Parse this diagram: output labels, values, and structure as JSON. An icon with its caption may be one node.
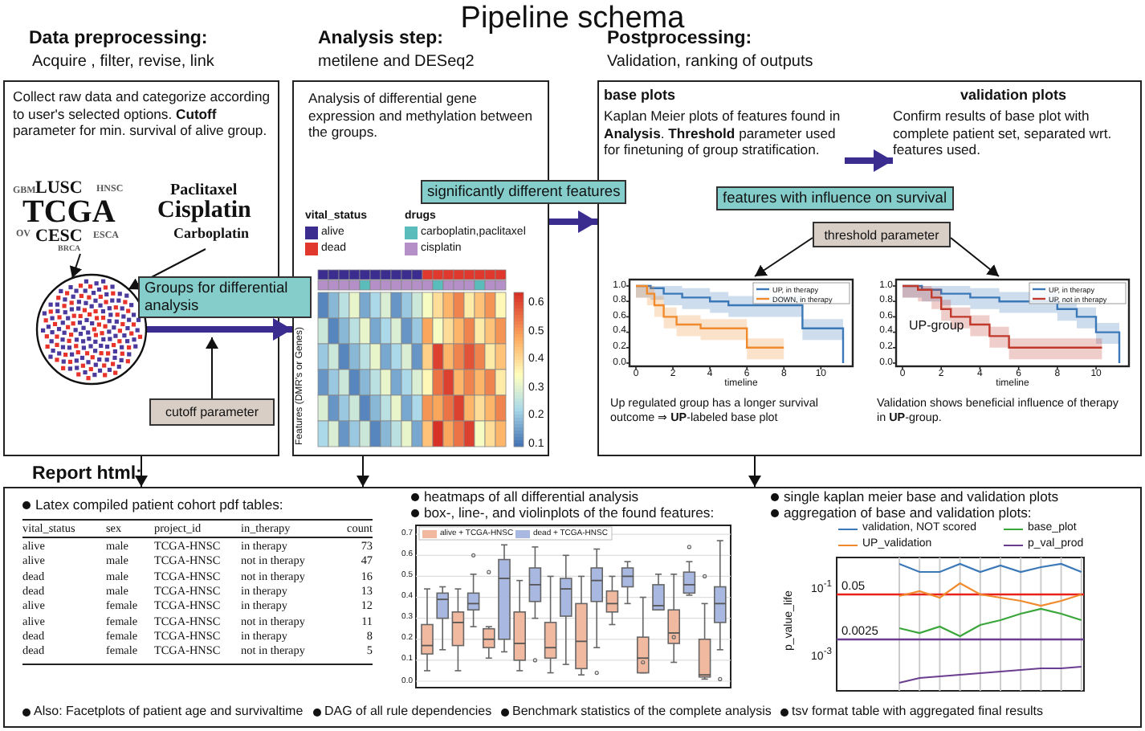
{
  "diagram": {
    "title": "Pipeline schema",
    "nodes": [
      {
        "text": [
          "Data preprocessing:",
          "Acquire , filter, revise, link",
          "Collect raw data and categorize according to user's selected options. **Cutoff** parameter for min. survival of alive group."
        ]
      },
      {
        "text": [
          "GBM",
          "LUSC",
          "HNSC",
          "TCGA",
          "OV",
          "CESC",
          "ESCA",
          "BRCA"
        ],
        "in": 0
      },
      {
        "text": [
          "Paclitaxel",
          "Cisplatin",
          "Carboplatin"
        ],
        "in": 0
      },
      {
        "text": [],
        "shape": "circle",
        "in": 0
      },
      {
        "text": [
          "cutoff parameter"
        ],
        "in": 0
      },
      {
        "text": [
          "Analysis step:",
          "metilene and DESeq2",
          "Analysis of differential gene expression and methylation between the groups."
        ]
      },
      {
        "text": [
          "Postprocessing:",
          "Validation, ranking of outputs"
        ]
      },
      {
        "text": [
          "base plots",
          "Kaplan Meier plots of features found in **Analysis**. **Threshold** parameter used for finetuning of group stratification."
        ],
        "in": 6
      },
      {
        "text": [
          "validation plots",
          "Confirm results of base plot with complete patient set, separated wrt. features used."
        ],
        "in": 6
      },
      {
        "text": [
          "threshold parameter"
        ],
        "in": 6
      },
      {
        "text": [],
        "shape": "box",
        "in": 6,
        "beside": [
          "Up regulated group has a longer survival outcome ⇒ **UP**-labeled base plot",
          "1.0",
          "0.8",
          "0.6",
          "0.4",
          "0.2",
          "0.0",
          "0",
          "2",
          "4",
          "6",
          "8",
          "10",
          "timeline"
        ]
      },
      {
        "text": [],
        "shape": "box",
        "in": 6,
        "beside": [
          "Validation shows beneficial influence of therapy in **UP**-group.",
          "1.0",
          "0.8",
          "0.6",
          "0.4",
          "0.2",
          "0.0",
          "0",
          "2",
          "4",
          "6",
          "8",
          "10",
          "timeline"
        ]
      },
      {
        "text": [
          "Report html:"
        ]
      }
    ],
    "edges": [
      {
        "from": 1,
        "to": 3,
        "arrow": "to"
      },
      {
        "from": 2,
        "to": 3,
        "arrow": "to"
      },
      {
        "from": 3,
        "to": 5,
        "arrow": "to",
        "label": "Groups for differential analysis",
        "style": "thick",
        "color": "#3b2d8f"
      },
      {
        "from": 4,
        "to": null,
        "arrow": "to"
      },
      {
        "from": 5,
        "to": 6,
        "arrow": "to",
        "label": "significantly different features",
        "style": "thick",
        "color": "#3b2d8f"
      },
      {
        "from": 7,
        "to": 8,
        "arrow": "to",
        "label": "features with influence on survival",
        "style": "thick",
        "color": "#3b2d8f"
      },
      {
        "from": 9,
        "to": 10,
        "arrow": "to"
      },
      {
        "from": 9,
        "to": 11,
        "arrow": "to"
      },
      {
        "from": 0,
        "to": 12,
        "arrow": "to"
      },
      {
        "from": 5,
        "to": 12,
        "arrow": "to"
      },
      {
        "from": 6,
        "to": 12,
        "arrow": "to"
      }
    ],
    "labels": [
      "vital_status",
      "drugs",
      "0.6",
      "0.5",
      "0.4",
      "0.3",
      "0.2",
      "0.1",
      "Features (DMR's or Genes)",
      "UP-group",
      "Latex compiled patient cohort pdf tables:",
      "vital_status",
      "sex",
      "project_id",
      "in_therapy",
      "count",
      "alive",
      "male",
      "TCGA-HNSC",
      "in therapy",
      "73",
      "alive",
      "male",
      "TCGA-HNSC",
      "not in therapy",
      "47",
      "dead",
      "male",
      "TCGA-HNSC",
      "not in therapy",
      "16",
      "dead",
      "male",
      "TCGA-HNSC",
      "in therapy",
      "13",
      "alive",
      "female",
      "TCGA-HNSC",
      "in therapy",
      "12",
      "alive",
      "female",
      "TCGA-HNSC",
      "not in therapy",
      "11",
      "dead",
      "female",
      "TCGA-HNSC",
      "in therapy",
      "8",
      "dead",
      "female",
      "TCGA-HNSC",
      "not in therapy",
      "5",
      "heatmaps of all differential analysis",
      "box-, line-, and violinplots of the found features:",
      "0.7",
      "0.6",
      "0.5",
      "0.4",
      "0.3",
      "0.2",
      "0.1",
      "0.0",
      "single kaplan meier base and validation plots",
      "aggregation of base and validation plots:",
      "p_value_life",
      "10$^{-1}$",
      "0.05",
      "0.0025",
      "10$^{-3}$",
      "Also: Facetplots of  patient age and survivaltime",
      "DAG of all rule dependencies",
      "Benchmark statistics of the complete analysis",
      "tsv format table with aggregated final results"
    ],
    "legend": [
      {
        "text": "alive",
        "color": "#3b2d8f"
      },
      {
        "text": "dead",
        "color": "#e0382c"
      },
      {
        "text": "carboplatin,paclitaxel",
        "color": "#5bbcbc"
      },
      {
        "text": "cisplatin",
        "color": "#b58fc8"
      },
      {
        "text": "UP, in therapy"
      },
      {
        "text": "DOWN, in therapy"
      },
      {
        "text": "UP, in therapy"
      },
      {
        "text": "UP, not in therapy"
      },
      {
        "text": "alive + TCGA-HNSC",
        "color": "#f0b9a0"
      },
      {
        "text": "dead + TCGA-HNSC",
        "color": "#a9b8e0"
      },
      {
        "text": "validation, NOT scored"
      },
      {
        "text": "base_plot"
      },
      {
        "text": "UP_validation"
      },
      {
        "text": "p_val_prod"
      }
    ]
  }
}
